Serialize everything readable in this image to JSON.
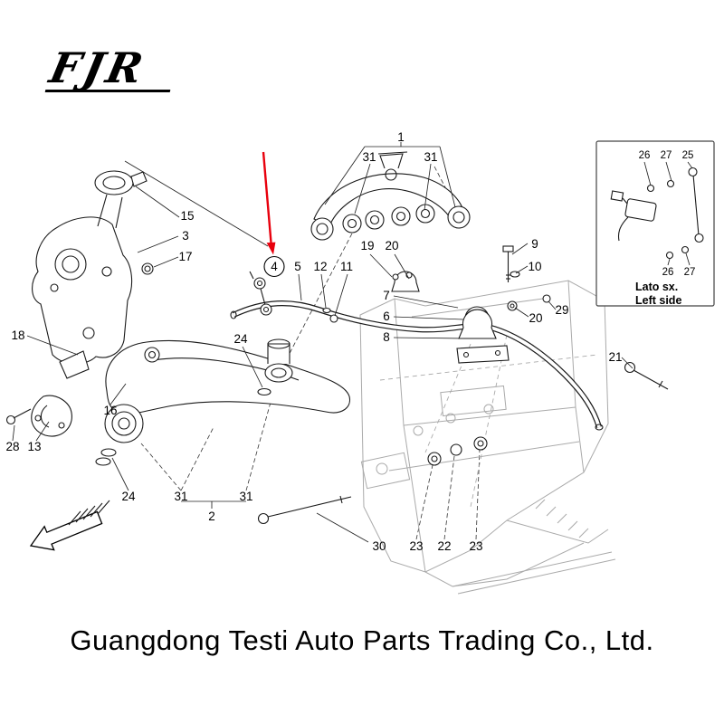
{
  "logo": {
    "text": "FJR"
  },
  "footer": {
    "company_name": "Guangdong Testi Auto Parts Trading Co., Ltd."
  },
  "highlight": {
    "arrow_color": "#e8000d"
  },
  "callouts": {
    "n1": "1",
    "n2": "2",
    "n3": "3",
    "n4": "4",
    "n5": "5",
    "n6": "6",
    "n7": "7",
    "n8": "8",
    "n9": "9",
    "n10": "10",
    "n11": "11",
    "n12": "12",
    "n13": "13",
    "n15": "15",
    "n16": "16",
    "n17": "17",
    "n18": "18",
    "n19": "19",
    "n20_top": "20",
    "n20_right": "20",
    "n21": "21",
    "n22": "22",
    "n23_left": "23",
    "n23_right": "23",
    "n24_left": "24",
    "n24_mid": "24",
    "n28": "28",
    "n29": "29",
    "n30": "30",
    "n31_top_left": "31",
    "n31_top_right": "31",
    "n31_bottom_left": "31",
    "n31_bottom_mid": "31"
  },
  "inset": {
    "labels": {
      "top_26": "26",
      "top_27": "27",
      "top_25": "25",
      "bottom_26": "26",
      "bottom_27": "27"
    },
    "caption_italian": "Lato sx.",
    "caption_english": "Left side"
  }
}
